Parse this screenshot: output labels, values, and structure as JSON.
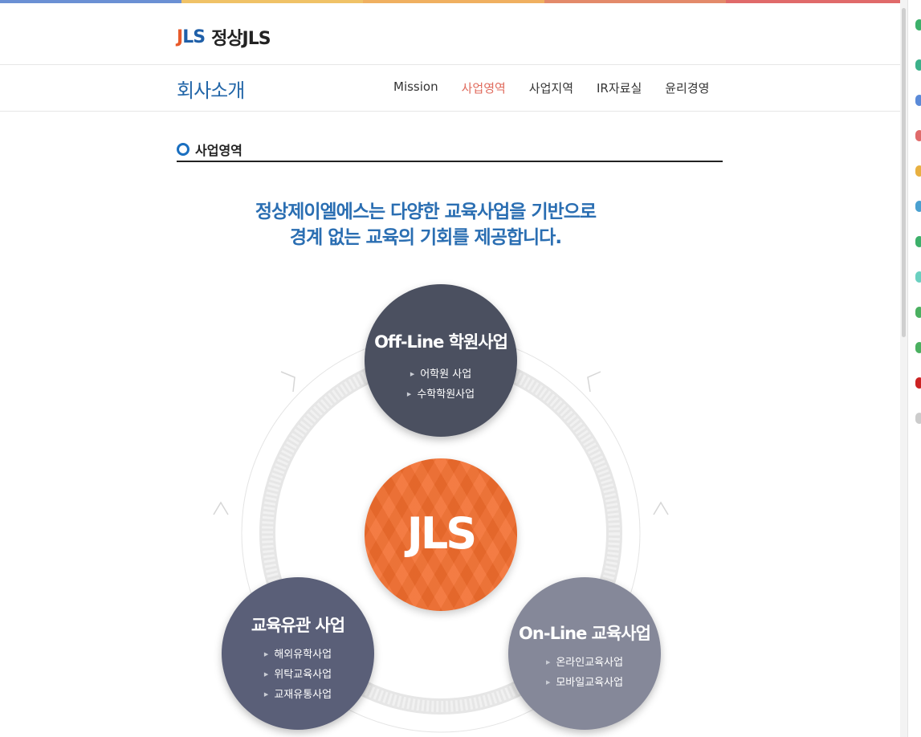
{
  "header": {
    "logo_mark": "JLS",
    "logo_text": "정상JLS"
  },
  "subnav": {
    "section_title": "회사소개",
    "menu": [
      "Mission",
      "사업영역",
      "사업지역",
      "IR자료실",
      "윤리경영"
    ],
    "active": "사업영역"
  },
  "page": {
    "heading": "사업영역",
    "headline_line1": "정상제이엘에스는 다양한 교육사업을 기반으로",
    "headline_line2": "경계 없는 교육의 기회를 제공합니다."
  },
  "diagram": {
    "center_logo": "JLS",
    "offline": {
      "title": "Off-Line 학원사업",
      "items": [
        "어학원 사업",
        "수학학원사업"
      ]
    },
    "franchise": {
      "title": "교육유관 사업",
      "items": [
        "해외유학사업",
        "위탁교육사업",
        "교재유통사업"
      ]
    },
    "online": {
      "title": "On-Line 교육사업",
      "items": [
        "온라인교육사업",
        "모바일교육사업"
      ]
    }
  },
  "colors": {
    "accent_blue": "#2266a8",
    "active_menu": "#e06b5d",
    "center_orange": "#f26d2d",
    "offline_circle": "#4b5060",
    "franchise_circle": "#5a5f78",
    "online_circle": "#858899"
  },
  "icons": [
    "bullet-ring-icon",
    "triangle-arrow-icon"
  ]
}
